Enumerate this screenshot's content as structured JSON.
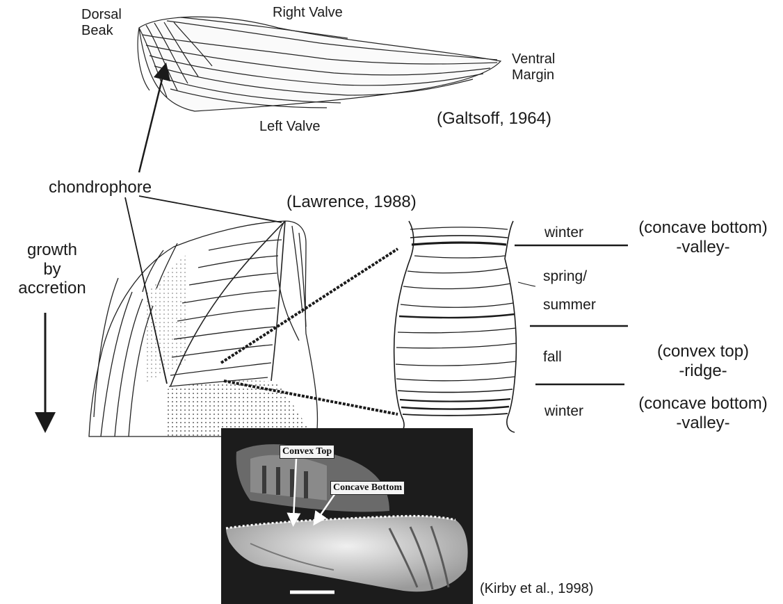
{
  "top_figure": {
    "labels": {
      "dorsal_beak": [
        "Dorsal",
        "Beak"
      ],
      "right_valve": "Right Valve",
      "ventral_margin": [
        "Ventral",
        "Margin"
      ],
      "left_valve": "Left Valve"
    },
    "citation": "(Galtsoff, 1964)"
  },
  "middle_figure": {
    "chondrophore": "chondrophore",
    "citation": "(Lawrence, 1988)",
    "growth_label": [
      "growth",
      "by",
      "accretion"
    ],
    "seasons": {
      "winter_top": "winter",
      "spring_summer": [
        "spring/",
        "summer"
      ],
      "fall": "fall",
      "winter_bottom": "winter"
    },
    "descriptions": {
      "top": [
        "(concave bottom)",
        "-valley-"
      ],
      "middle": [
        "(convex top)",
        "-ridge-"
      ],
      "bottom": [
        "(concave bottom)",
        "-valley-"
      ]
    }
  },
  "photo": {
    "convex_top": "Convex Top",
    "concave_bottom": "Concave Bottom",
    "citation": "(Kirby et al., 1998)"
  },
  "colors": {
    "ink": "#1a1a1a",
    "photo_background": "#1c1c1c",
    "shell_highlight": "#e8e8e8"
  }
}
